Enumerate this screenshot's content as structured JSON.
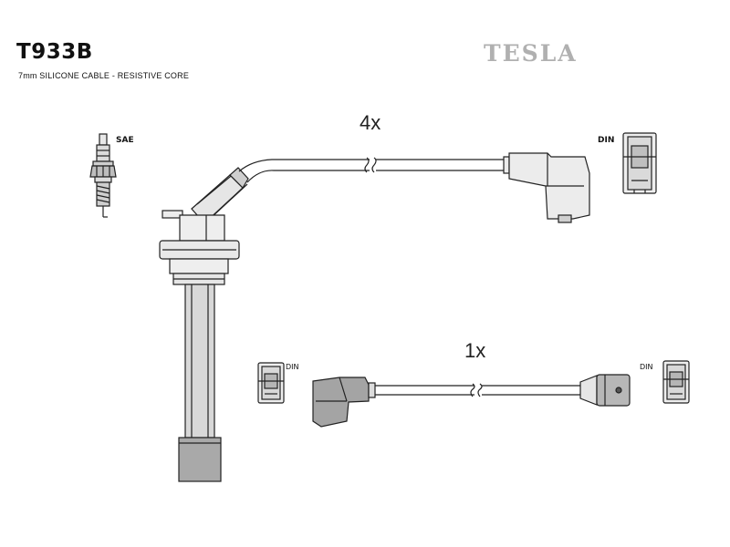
{
  "header": {
    "part_number": "T933B",
    "description": "7mm SILICONE CABLE - RESISTIVE CORE",
    "brand": "TESLA"
  },
  "diagram": {
    "cable_a_quantity": "4x",
    "cable_b_quantity": "1x",
    "spark_plug_standard": "SAE",
    "din_label_top": "DIN",
    "din_label_left": "DIN",
    "din_label_right": "DIN"
  },
  "colors": {
    "line": "#222222",
    "fill_light": "#eeeeee",
    "fill_mid": "#d6d6d6",
    "fill_dark": "#9a9a9a",
    "brand_gray": "#b0b0b0"
  }
}
